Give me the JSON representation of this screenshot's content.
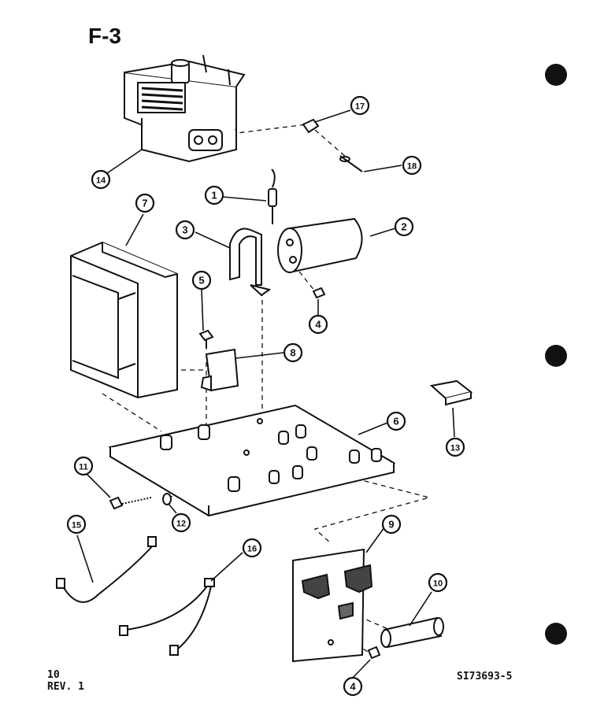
{
  "title": "F-3",
  "footer": {
    "page": "10",
    "revision": "REV. 1",
    "code": "SI73693-5"
  },
  "callouts": [
    "1",
    "2",
    "3",
    "4",
    "5",
    "6",
    "7",
    "8",
    "9",
    "10",
    "11",
    "12",
    "13",
    "14",
    "15",
    "16",
    "17",
    "18",
    "4"
  ],
  "colors": {
    "ink": "#111111",
    "paper": "#ffffff"
  }
}
